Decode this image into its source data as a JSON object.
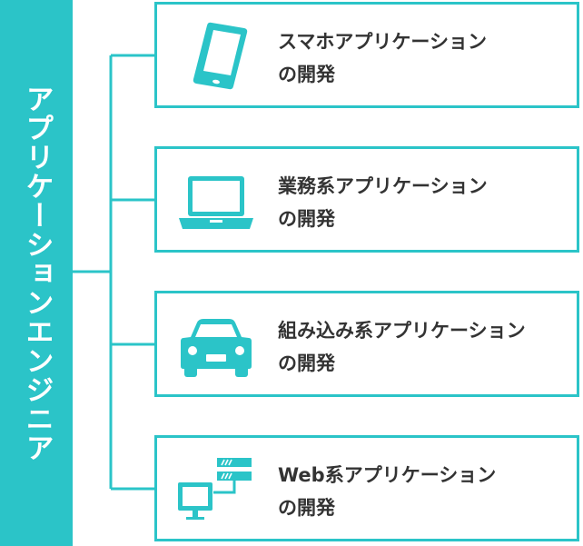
{
  "root": {
    "label": "アプリケーションエンジニア"
  },
  "colors": {
    "accent": "#2bc4c8",
    "text": "#333333",
    "background": "#ffffff"
  },
  "items": [
    {
      "icon": "smartphone-icon",
      "line1": "スマホアプリケーション",
      "line2": "の開発"
    },
    {
      "icon": "laptop-icon",
      "line1": "業務系アプリケーション",
      "line2": "の開発"
    },
    {
      "icon": "car-icon",
      "line1": "組み込み系アプリケーション",
      "line2": "の開発"
    },
    {
      "icon": "server-monitor-icon",
      "line1": "Web系アプリケーション",
      "line2": "の開発"
    }
  ]
}
